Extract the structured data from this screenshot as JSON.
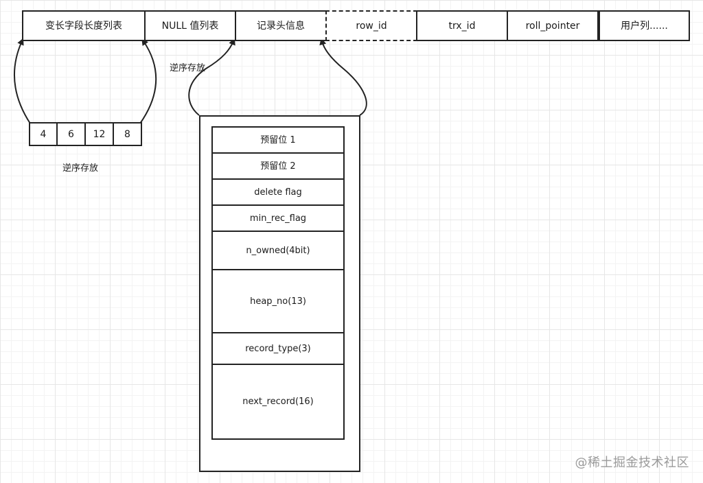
{
  "header_fields": [
    "变长字段长度列表",
    "NULL 值列表",
    "记录头信息",
    "row_id",
    "trx_id",
    "roll_pointer",
    "用户列......"
  ],
  "length_values": [
    "4",
    "6",
    "12",
    "8"
  ],
  "labels": {
    "reverse_order_top": "逆序存放",
    "reverse_order_bottom": "逆序存放"
  },
  "record_header_bits": [
    "预留位 1",
    "预留位 2",
    "delete flag",
    "min_rec_flag",
    "n_owned(4bit)",
    "heap_no(13)",
    "record_type(3)",
    "next_record(16)"
  ],
  "watermark": "@稀土掘金技术社区"
}
